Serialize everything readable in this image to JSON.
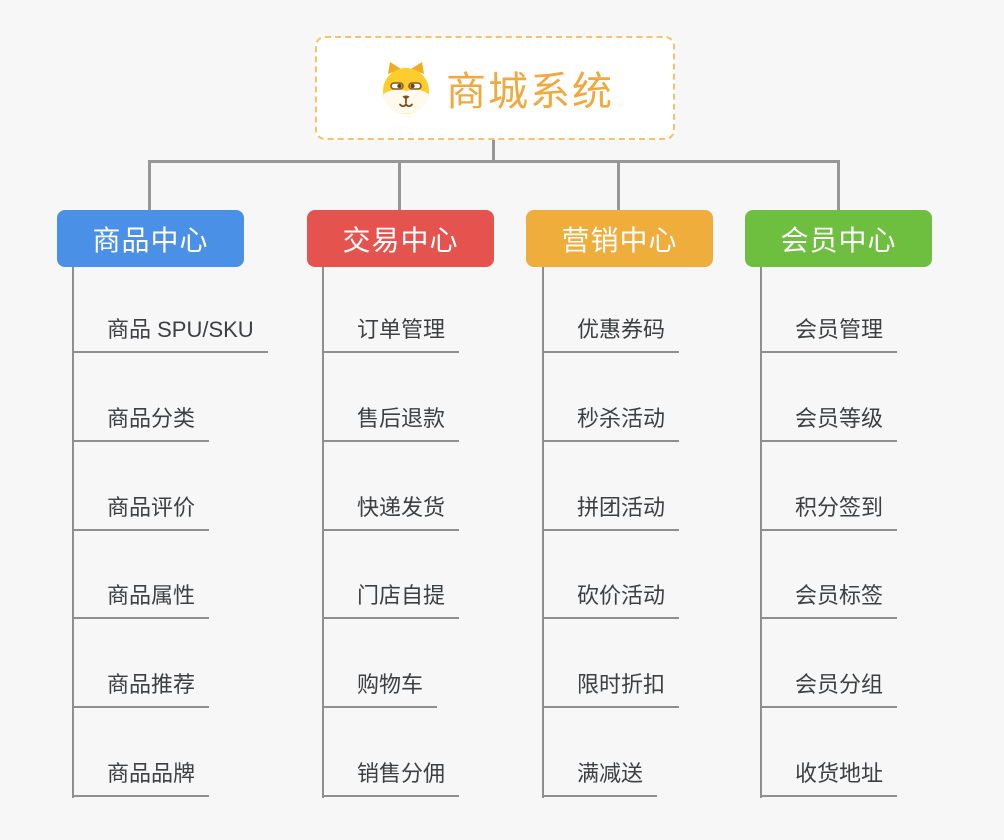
{
  "page": {
    "background": "#f7f7f7",
    "connector_color": "#979797",
    "underline_color": "#8f8f8f",
    "child_text_color": "#3d4043"
  },
  "root": {
    "title": "商城系统",
    "icon": "dog-icon",
    "title_color": "#f0a93e",
    "border_color": "#f6c36b",
    "fill": "#ffffff"
  },
  "branches": [
    {
      "label": "商品中心",
      "color": "#4a90e6",
      "children": [
        "商品 SPU/SKU",
        "商品分类",
        "商品评价",
        "商品属性",
        "商品推荐",
        "商品品牌"
      ]
    },
    {
      "label": "交易中心",
      "color": "#e5534f",
      "children": [
        "订单管理",
        "售后退款",
        "快递发货",
        "门店自提",
        "购物车",
        "销售分佣"
      ]
    },
    {
      "label": "营销中心",
      "color": "#efad3b",
      "children": [
        "优惠券码",
        "秒杀活动",
        "拼团活动",
        "砍价活动",
        "限时折扣",
        "满减送"
      ]
    },
    {
      "label": "会员中心",
      "color": "#6ebe3f",
      "children": [
        "会员管理",
        "会员等级",
        "积分签到",
        "会员标签",
        "会员分组",
        "收货地址"
      ]
    }
  ]
}
